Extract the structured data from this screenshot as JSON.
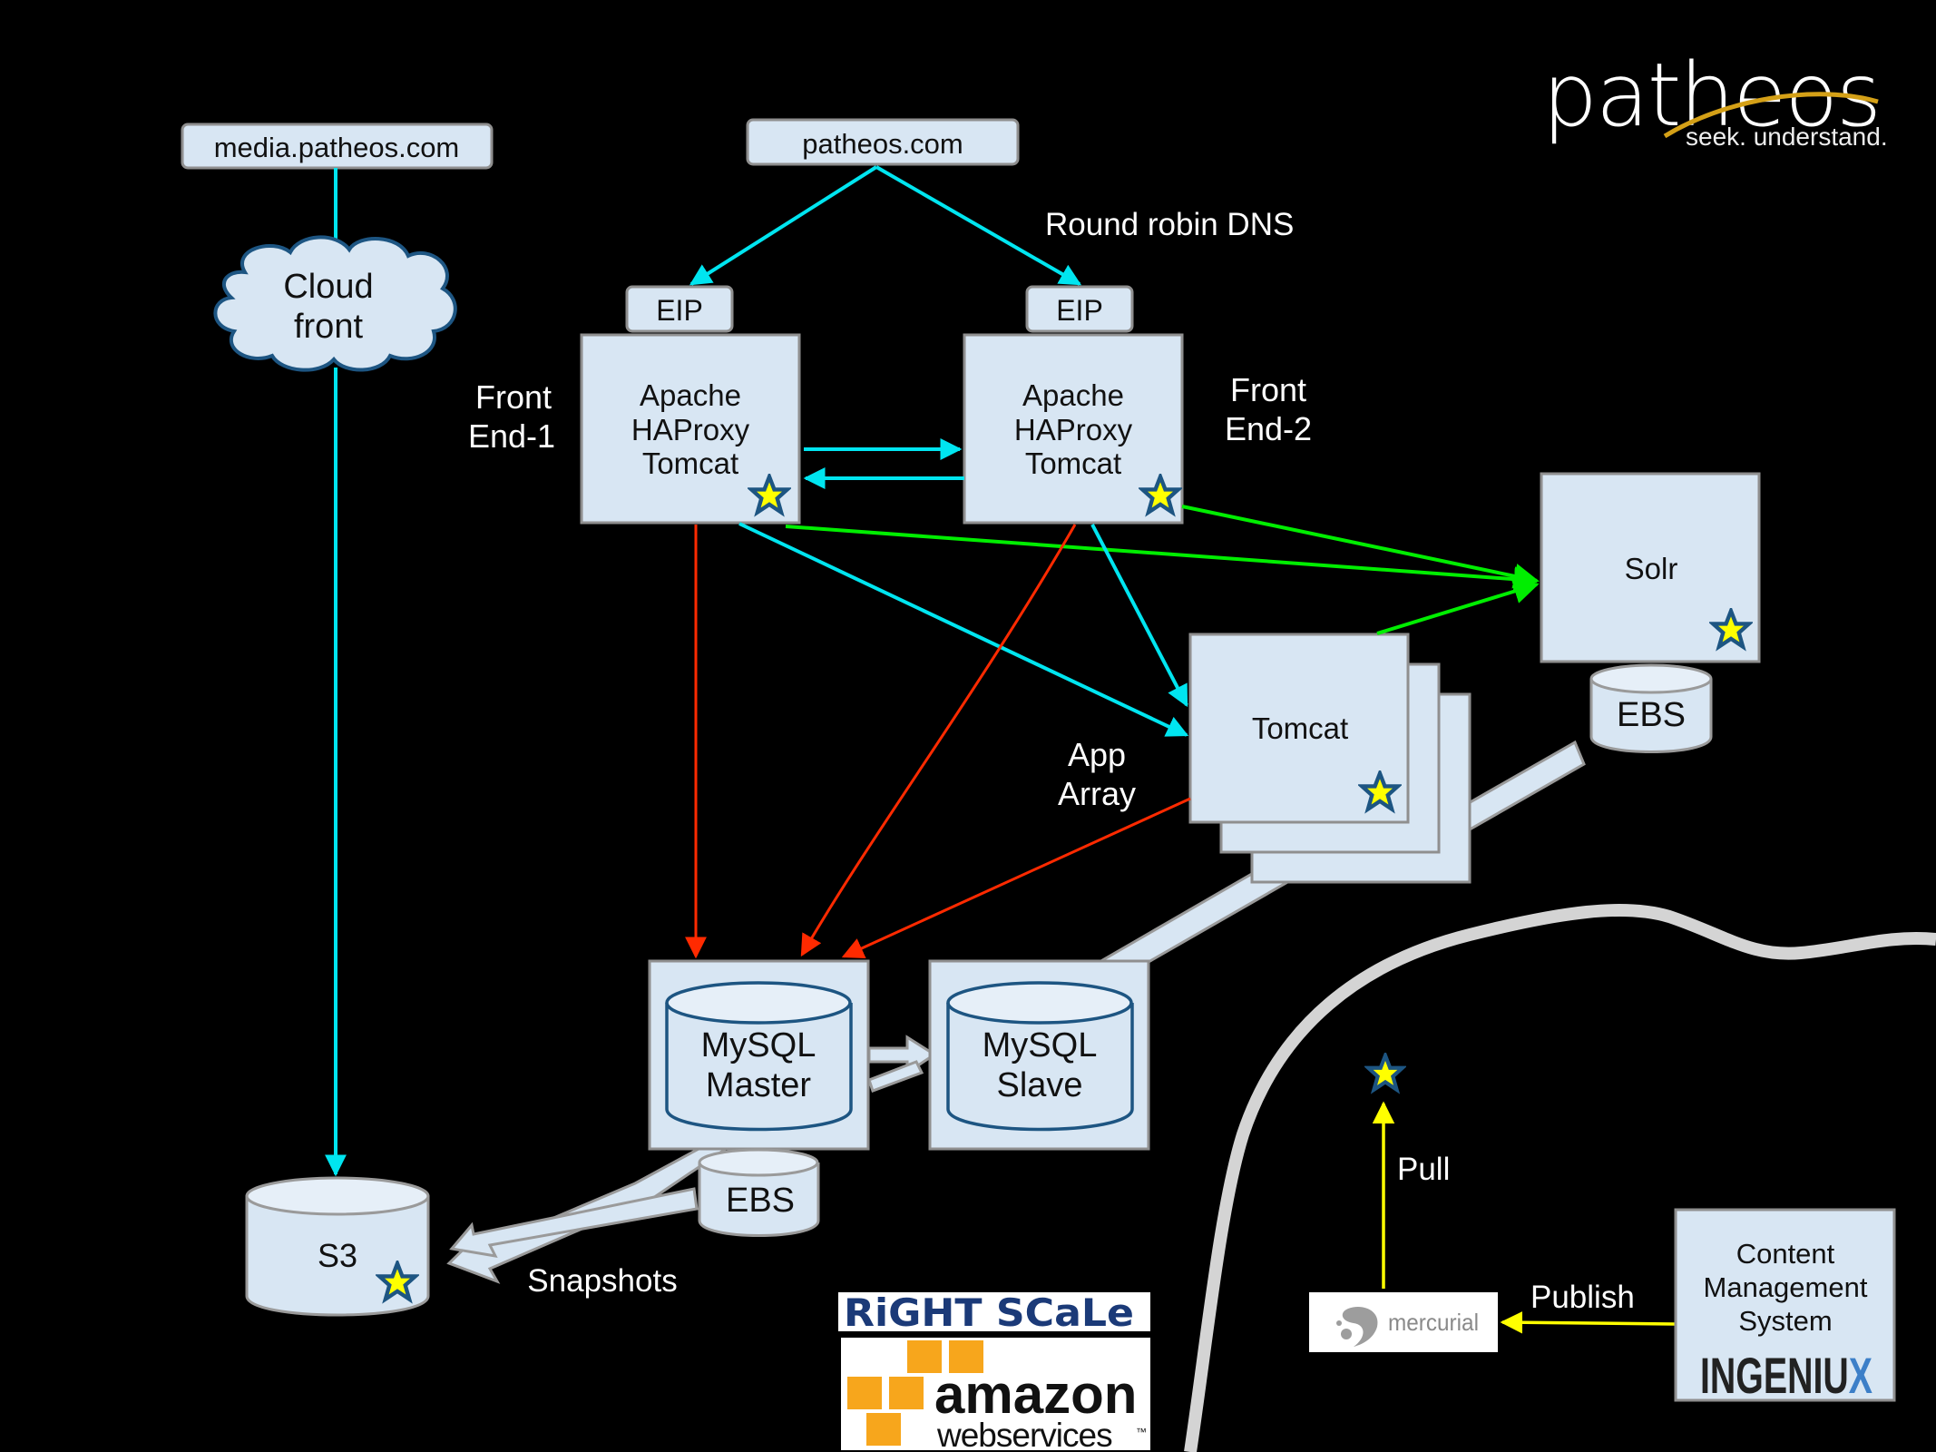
{
  "logo": {
    "brand": "patheos",
    "tagline": "seek. understand.",
    "accent_color": "#d4a017"
  },
  "nodes": {
    "media_domain": "media.patheos.com",
    "main_domain": "patheos.com",
    "cloudfront": [
      "Cloud",
      "front"
    ],
    "eip1": "EIP",
    "eip2": "EIP",
    "frontend1": [
      "Apache",
      "HAProxy",
      "Tomcat"
    ],
    "frontend2": [
      "Apache",
      "HAProxy",
      "Tomcat"
    ],
    "solr": "Solr",
    "solr_ebs": "EBS",
    "tomcat_array": "Tomcat",
    "mysql_master": [
      "MySQL",
      "Master"
    ],
    "mysql_slave": [
      "MySQL",
      "Slave"
    ],
    "master_ebs": "EBS",
    "s3": "S3",
    "cms": [
      "Content",
      "Management",
      "System"
    ],
    "cms_vendor": "INGENIUX",
    "mercurial": "mercurial"
  },
  "labels": {
    "round_robin": "Round robin DNS",
    "front_end_1": [
      "Front",
      "End-1"
    ],
    "front_end_2": [
      "Front",
      "End-2"
    ],
    "app_array": [
      "App",
      "Array"
    ],
    "snapshots": "Snapshots",
    "pull": "Pull",
    "publish": "Publish"
  },
  "vendor_logos": {
    "rightscale": "RiGHT SCaLe",
    "amazon": "amazon",
    "amazon_sub": "webservices",
    "trademark": "™"
  },
  "legend_colors": {
    "http": "#00e5f0",
    "database": "#ff2a00",
    "search": "#00ee00",
    "content": "#ffff00",
    "managed_star": "#ffff00"
  }
}
